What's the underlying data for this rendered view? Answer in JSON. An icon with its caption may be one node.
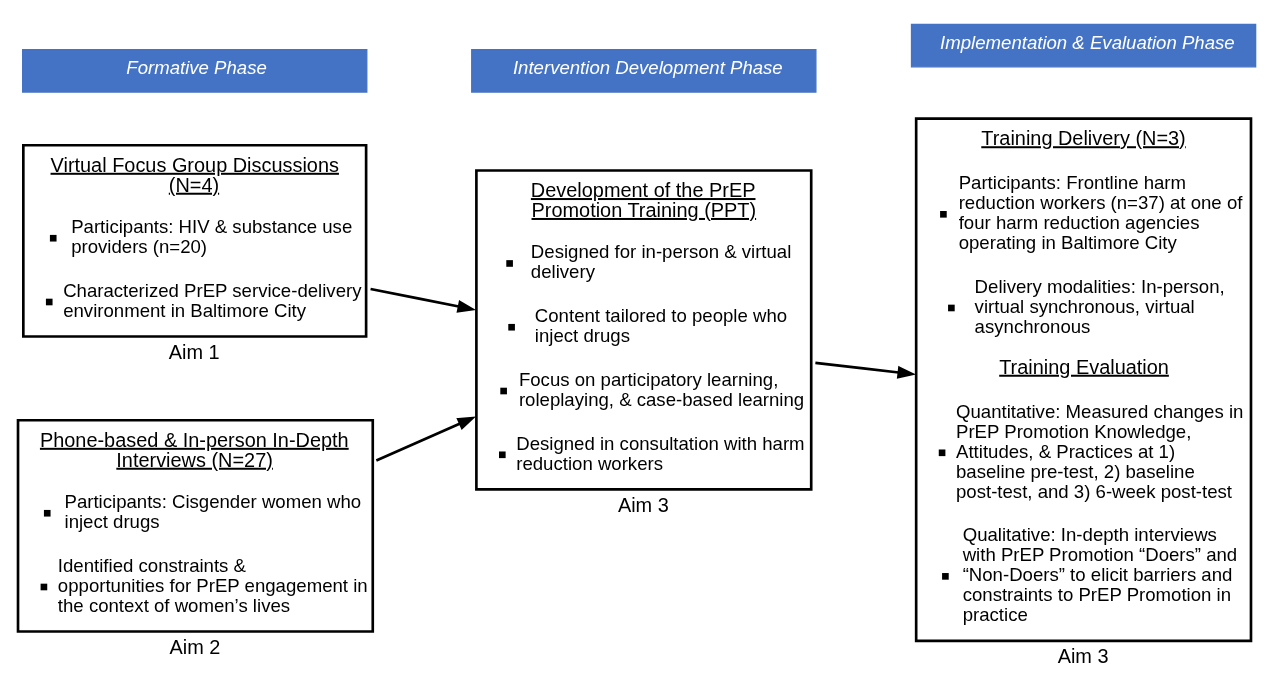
{
  "diagram": {
    "nodes": [
      {
        "text": [
          "Formative Phase"
        ]
      },
      {
        "text": [
          "Intervention Development Phase"
        ]
      },
      {
        "text": [
          "Implementation & Evaluation Phase"
        ]
      },
      {
        "text": [
          "Virtual Focus Group Discussions (N=4)",
          "Participants: HIV & substance use providers (n=20)",
          "Characterized PrEP service-delivery environment in Baltimore City"
        ],
        "beside": [
          "Aim 1"
        ]
      },
      {
        "text": [
          "Phone-based & In-person In-Depth Interviews (N=27)",
          "Participants: Cisgender women who inject drugs",
          "Identified constraints & opportunities for PrEP engagement in the context of women’s lives"
        ],
        "beside": [
          "Aim 2"
        ]
      },
      {
        "text": [
          "Development of the PrEP Promotion Training (PPT)",
          "Designed for in-person & virtual delivery",
          "Content tailored to people who inject drugs",
          "Focus on participatory learning, roleplaying, & case-based learning",
          "Designed in consultation with harm reduction workers"
        ],
        "beside": [
          "Aim 3"
        ]
      },
      {
        "text": [
          "Training Delivery (N=3)",
          "Participants: Frontline harm reduction workers (n=37) at one of four harm reduction agencies operating in Baltimore City",
          "Delivery modalities: In-person, virtual synchronous, virtual asynchronous",
          "Training Evaluation",
          "Quantitative: Measured changes in PrEP Promotion Knowledge, Attitudes, & Practices at 1) baseline pre-test, 2) baseline post-test, and 3) 6-week post-test",
          "Qualitative: In-depth interviews with PrEP Promotion “Doers” and “Non-Doers” to elicit barriers and constraints to PrEP Promotion in practice"
        ],
        "beside": [
          "Aim 3"
        ]
      }
    ],
    "edges": [
      {
        "from": 3,
        "to": 5,
        "arrow": "to"
      },
      {
        "from": 4,
        "to": 5,
        "arrow": "to"
      },
      {
        "from": 5,
        "to": 6,
        "arrow": "to"
      }
    ]
  }
}
